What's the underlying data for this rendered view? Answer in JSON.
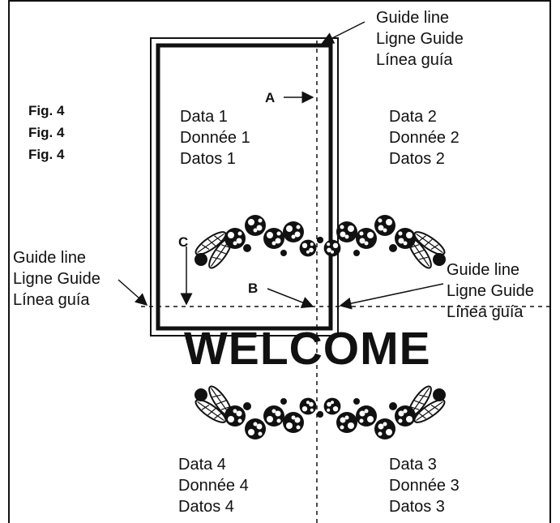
{
  "figure": {
    "lines": [
      "Fig. 4",
      "Fig. 4",
      "Fig. 4"
    ]
  },
  "data_blocks": {
    "d1": [
      "Data 1",
      "Donnée 1",
      "Datos 1"
    ],
    "d2": [
      "Data 2",
      "Donnée 2",
      "Datos 2"
    ],
    "d3": [
      "Data 3",
      "Donnée 3",
      "Datos 3"
    ],
    "d4": [
      "Data 4",
      "Donnée 4",
      "Datos 4"
    ]
  },
  "guide_labels": {
    "top": [
      "Guide line",
      "Ligne Guide",
      "Línea guía"
    ],
    "left": [
      "Guide line",
      "Ligne Guide",
      "Línea guía"
    ],
    "right": [
      "Guide line",
      "Ligne Guide",
      "Línea guía"
    ]
  },
  "markers": {
    "a": "A",
    "b": "B",
    "c": "C"
  },
  "welcome": "WELCOME",
  "colors": {
    "ink": "#111111",
    "paper": "#ffffff"
  },
  "decoration": {
    "icon": "floral-ornament"
  }
}
